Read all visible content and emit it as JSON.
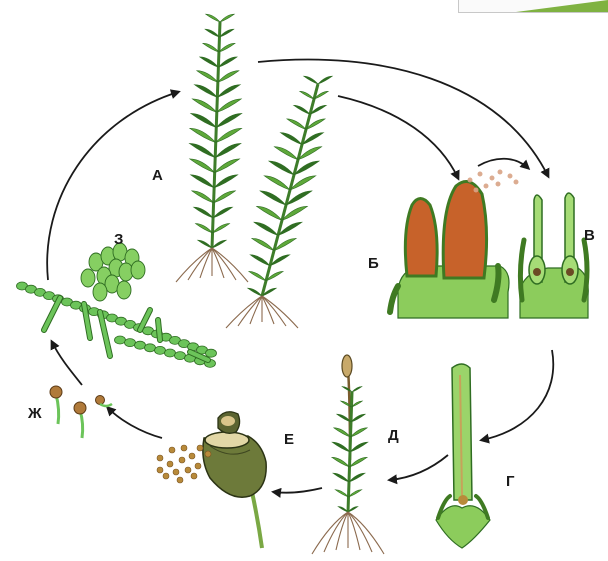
{
  "labels": {
    "a": "А",
    "b": "Б",
    "v": "В",
    "g": "Г",
    "d": "Д",
    "e": "Е",
    "zh": "Ж",
    "z": "З"
  },
  "colors": {
    "leaf": "#5ea83a",
    "leaf_dark": "#2f6d22",
    "stem": "#3e7d2a",
    "root": "#8b6a4e",
    "antheridium_fill": "#c7622a",
    "cell_green": "#9bd46a",
    "capsule": "#6d7a3a",
    "spore": "#b88a3a",
    "protonema": "#6cc45a",
    "arrow": "#1a1a1a",
    "accent_corner": "#7fb241"
  },
  "icons": {
    "moss_plant": "moss-gametophyte-icon",
    "antheridia": "antheridia-icon",
    "archegonia": "archegonia-icon",
    "zygote_growth": "young-sporophyte-icon",
    "sporophyte": "sporophyte-capsule-icon",
    "capsule_open": "open-capsule-icon",
    "spores": "spores-icon",
    "protonema": "protonema-icon"
  }
}
